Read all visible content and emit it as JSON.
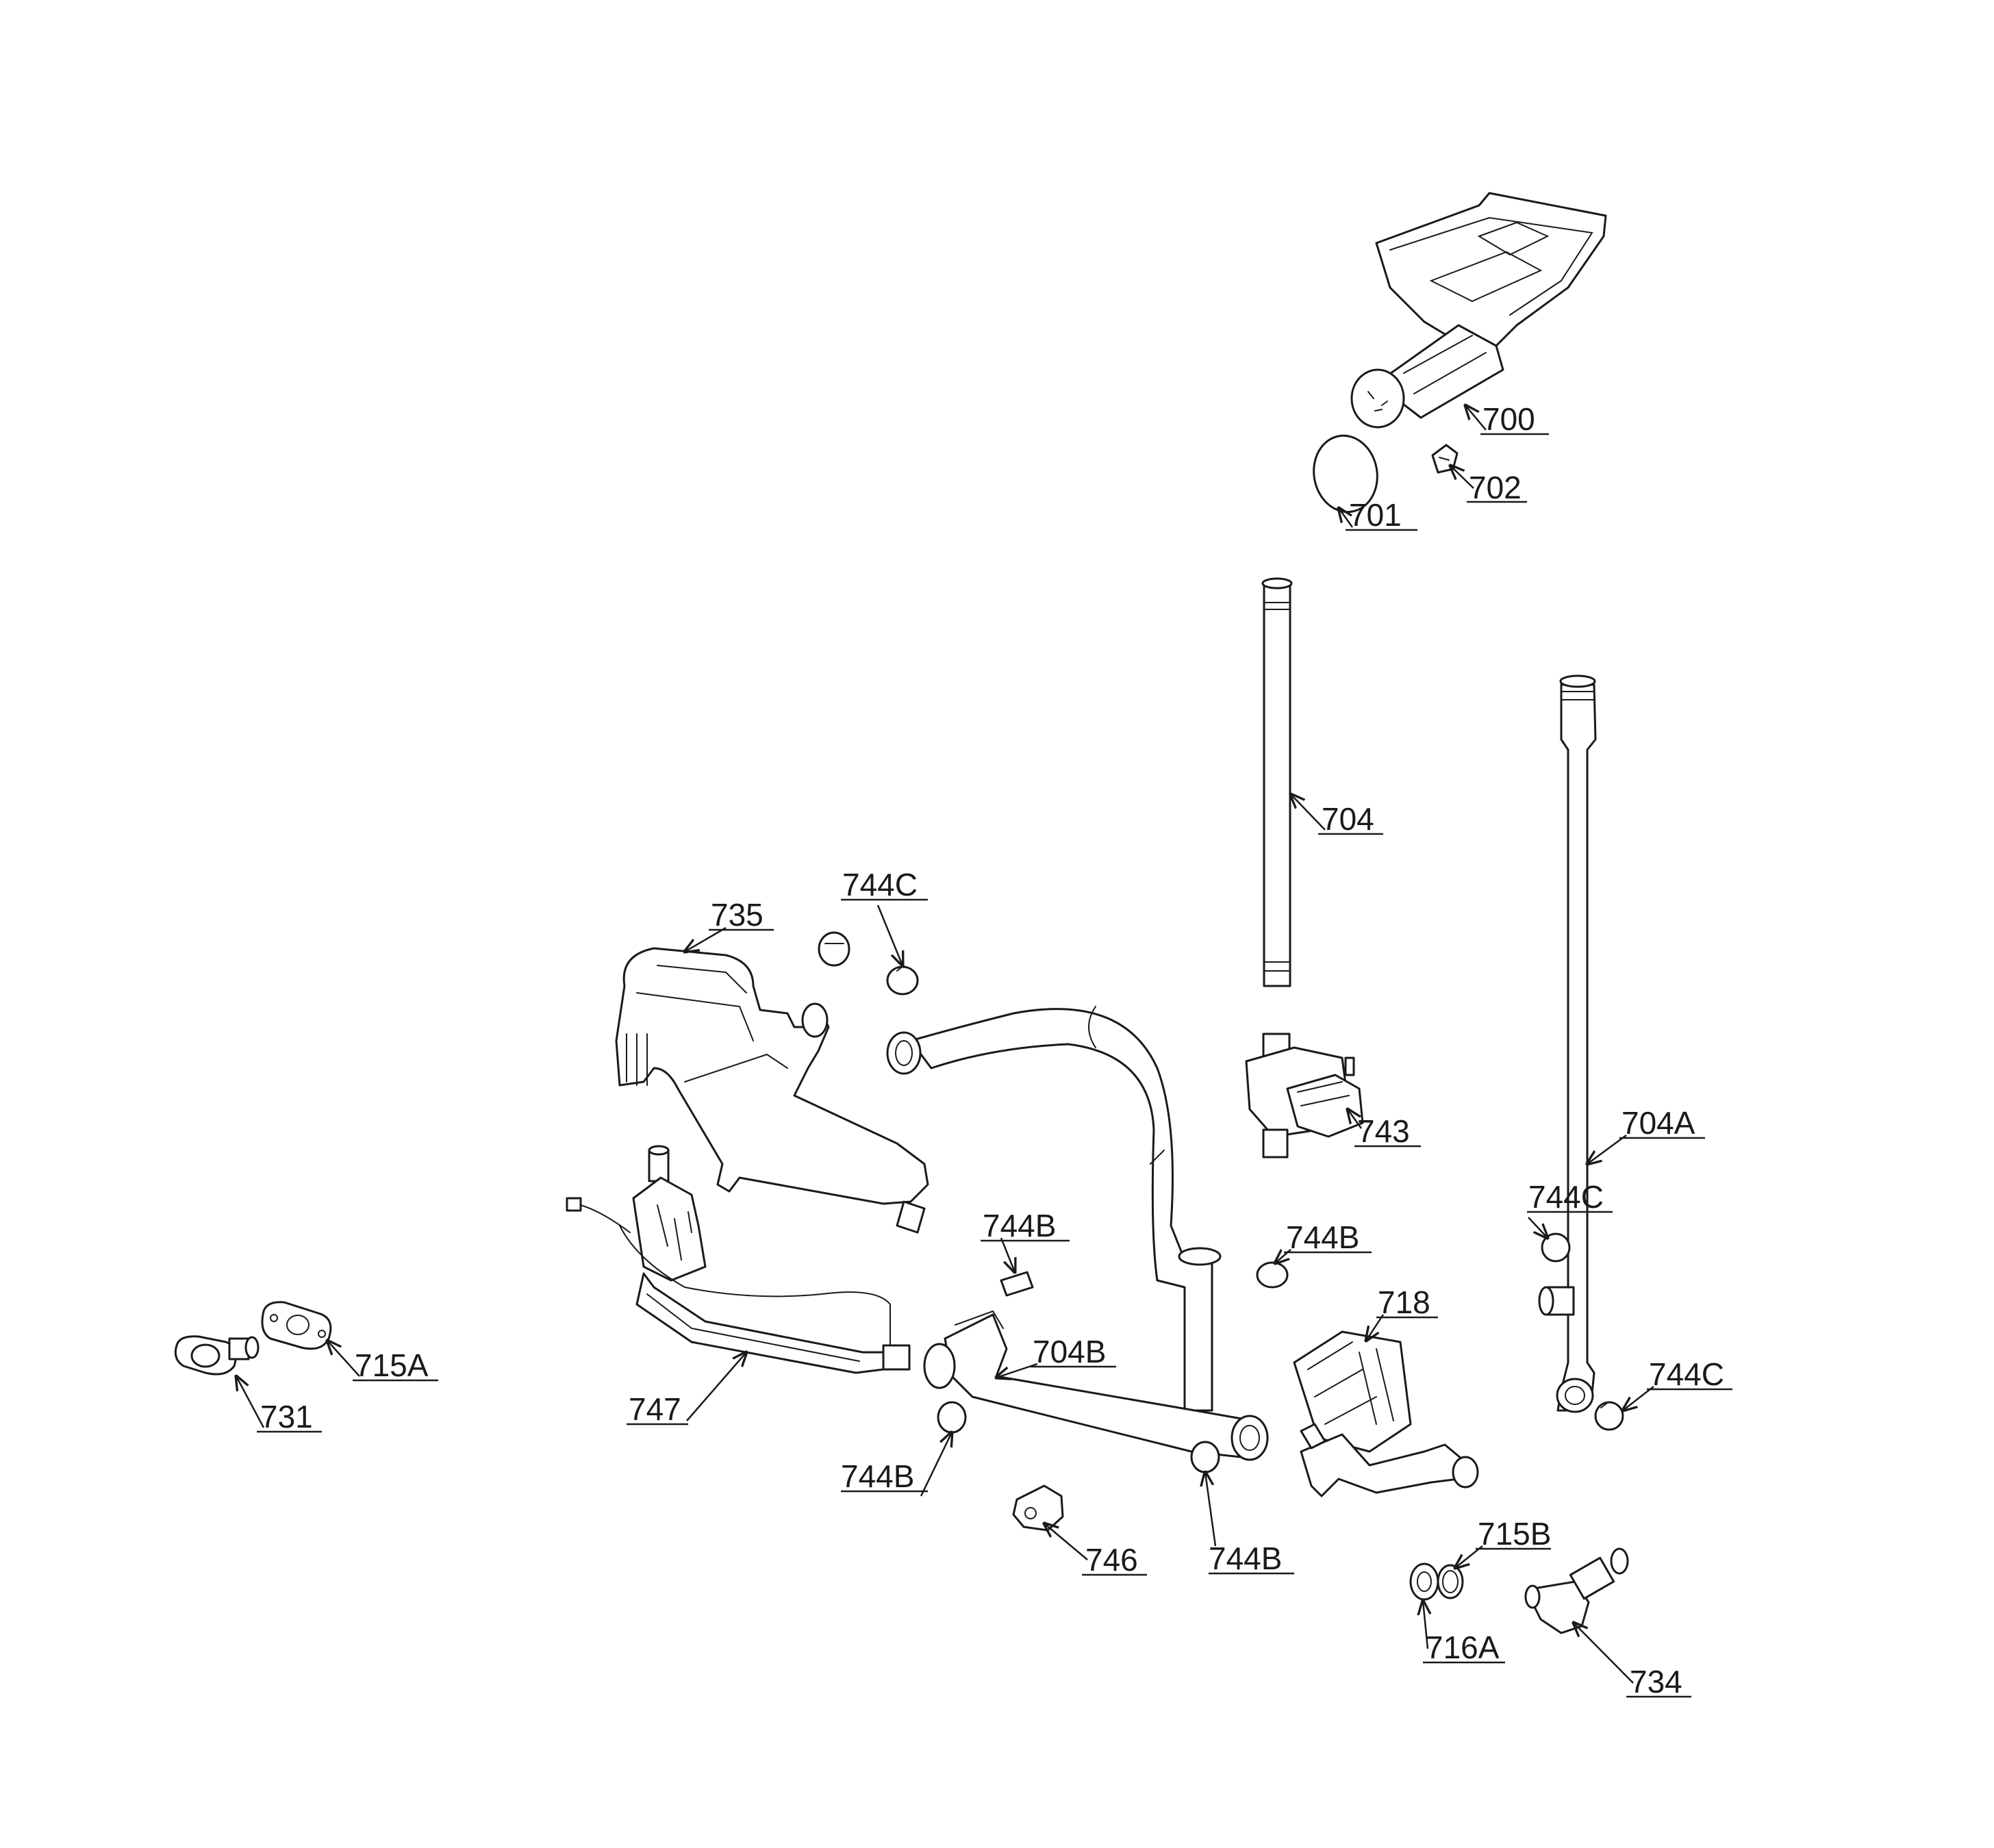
{
  "callouts": {
    "c700": "700",
    "c701": "701",
    "c702": "702",
    "c704": "704",
    "c704a": "704A",
    "c704b": "704B",
    "c715a": "715A",
    "c715b": "715B",
    "c716a": "716A",
    "c718": "718",
    "c731": "731",
    "c734": "734",
    "c735": "735",
    "c743": "743",
    "c744b_top": "744B",
    "c744b_right": "744B",
    "c744b_left": "744B",
    "c744b_bottom": "744B",
    "c744c_top": "744C",
    "c744c_right": "744C",
    "c744c_lower": "744C",
    "c746": "746",
    "c747": "747"
  },
  "colors": {
    "line": "#1a1a1a",
    "background": "#ffffff"
  }
}
